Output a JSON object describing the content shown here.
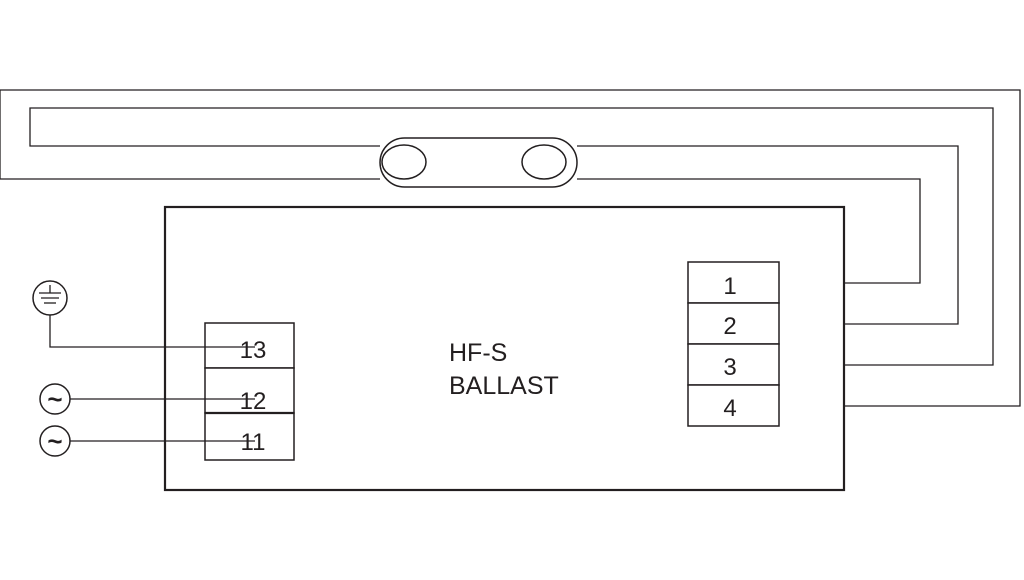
{
  "ballast": {
    "line1": "HF-S",
    "line2": "BALLAST"
  },
  "terminals_right": [
    "1",
    "2",
    "3",
    "4"
  ],
  "terminals_left": [
    "13",
    "12",
    "11"
  ],
  "symbols": {
    "ac": "~"
  },
  "colors": {
    "line": "#231f20",
    "background": "#ffffff"
  }
}
